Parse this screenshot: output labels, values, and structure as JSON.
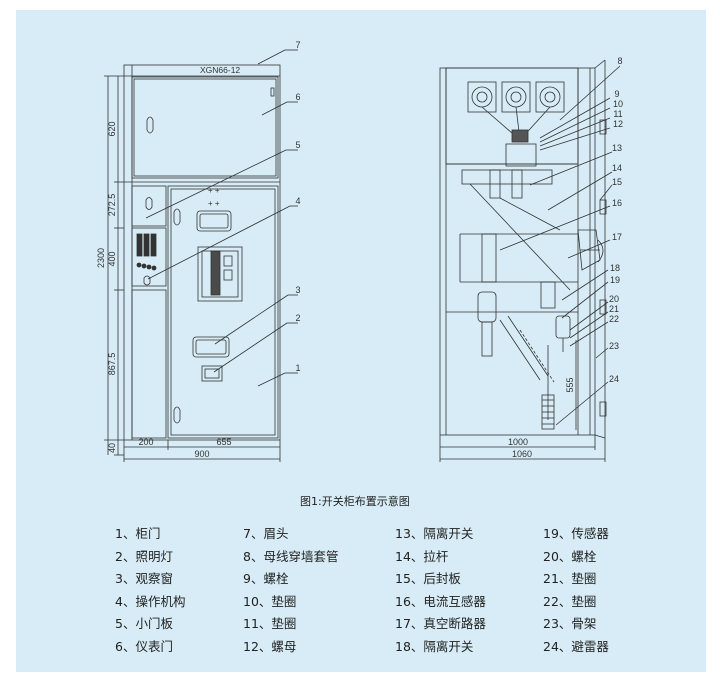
{
  "figure": {
    "caption": "图1:开关柜布置示意图",
    "front_view": {
      "model": "XGN66-12",
      "total_height": "2300",
      "dims_left": [
        "620",
        "272.5",
        "400",
        "867.5",
        "40"
      ],
      "dims_bottom": [
        "200",
        "655",
        "900"
      ],
      "callouts": [
        "7",
        "6",
        "5",
        "4",
        "3",
        "2",
        "1"
      ]
    },
    "side_view": {
      "dims_bottom": [
        "1000",
        "1060"
      ],
      "dim_vertical": "555",
      "callouts": [
        "8",
        "9",
        "10",
        "11",
        "12",
        "13",
        "14",
        "15",
        "16",
        "17",
        "18",
        "19",
        "20",
        "21",
        "22",
        "23",
        "24"
      ]
    }
  },
  "legend": [
    [
      "1、柜门",
      "2、照明灯",
      "3、观察窗",
      "4、操作机构",
      "5、小门板",
      "6、仪表门"
    ],
    [
      "7、眉头",
      "8、母线穿墙套管",
      "9、螺栓",
      "10、垫圈",
      "11、垫圈",
      "12、螺母"
    ],
    [
      "13、隔离开关",
      "14、拉杆",
      "15、后封板",
      "16、电流互感器",
      "17、真空断路器",
      "18、隔离开关"
    ],
    [
      "19、传感器",
      "20、螺栓",
      "21、垫圈",
      "22、垫圈",
      "23、骨架",
      "24、避雷器"
    ]
  ]
}
